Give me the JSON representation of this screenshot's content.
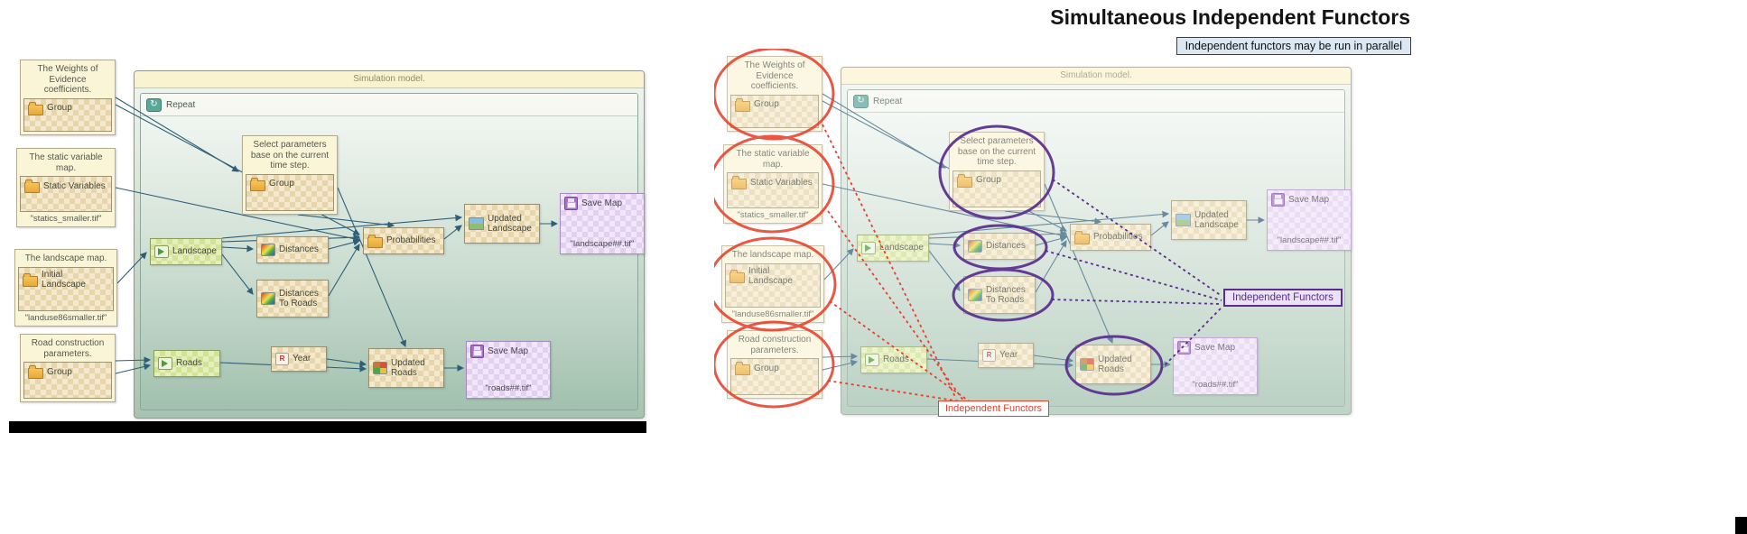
{
  "slide": {
    "title": "Simultaneous Independent Functors",
    "subtitle": "Independent functors may be run in parallel"
  },
  "diagram": {
    "container_title": "Simulation model.",
    "repeat_label": "Repeat",
    "notes": {
      "weights": {
        "caption": "The Weights of Evidence coefficients.",
        "node_label": "Group"
      },
      "statics": {
        "caption": "The static variable map.",
        "node_label": "Static Variables",
        "file": "\"statics_smaller.tif\""
      },
      "landscape": {
        "caption": "The landscape map.",
        "node_label": "Initial Landscape",
        "file": "\"landuse86smaller.tif\""
      },
      "roads": {
        "caption": "Road construction parameters.",
        "node_label": "Group"
      },
      "select": {
        "caption": "Select parameters base on the current time step.",
        "node_label": "Group"
      }
    },
    "nodes": {
      "landscape": "Landscape",
      "distances": "Distances",
      "distances_to_roads": "Distances To Roads",
      "probabilities": "Probabilities",
      "updated_landscape": "Updated Landscape",
      "save_map_landscape": {
        "label": "Save Map",
        "file": "\"landscape##.tif\""
      },
      "roads": "Roads",
      "year": "Year",
      "updated_roads": "Updated Roads",
      "save_map_roads": {
        "label": "Save Map",
        "file": "\"roads##.tif\""
      }
    }
  },
  "annotations": {
    "red_label": "Independent Functors",
    "purple_label": "Independent Functors",
    "red_color": "#e8402a",
    "purple_color": "#5b2d8e"
  }
}
